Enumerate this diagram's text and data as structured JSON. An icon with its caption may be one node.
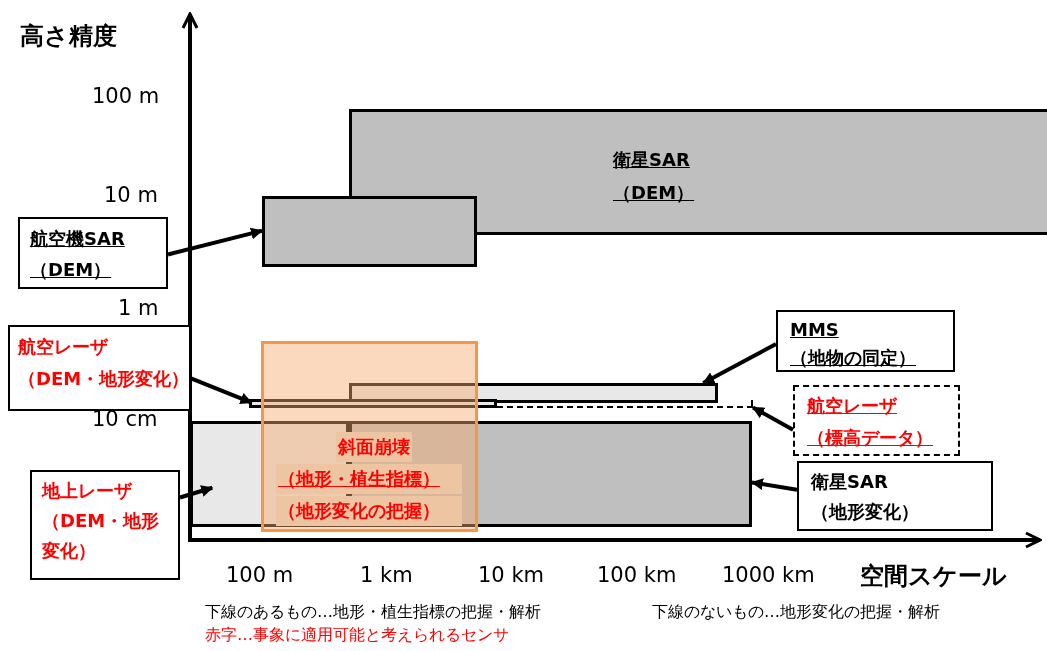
{
  "diagram": {
    "nodes": [
      {
        "text": [
          "衛星SAR",
          "（DEM）"
        ]
      },
      {
        "text": [],
        "shape": "box"
      },
      {
        "text": [
          "航空機SAR",
          "（DEM）"
        ]
      },
      {
        "text": [],
        "shape": "box"
      },
      {
        "text": [],
        "shape": "box"
      },
      {
        "text": [],
        "shape": "box"
      },
      {
        "text": [
          "航空レーザ",
          "（DEM・地形変化）"
        ]
      },
      {
        "text": [
          "MMS",
          "（地物の同定）"
        ]
      },
      {
        "text": [
          "航空レーザ",
          "（標高データ）"
        ]
      },
      {
        "text": [],
        "shape": "box"
      },
      {
        "text": [],
        "shape": "box"
      },
      {
        "text": [
          "斜面崩壊",
          "（地形・植生指標）",
          "（地形変化の把握）"
        ]
      },
      {
        "text": [
          "衛星SAR",
          "（地形変化）"
        ]
      },
      {
        "text": [
          "地上レーザ",
          "（DEM・地形変化）"
        ]
      }
    ],
    "edges": [
      {
        "from": 2,
        "to": 1,
        "arrow": "to"
      },
      {
        "from": 6,
        "to": 4,
        "arrow": "to"
      },
      {
        "from": 7,
        "to": 3,
        "arrow": "to"
      },
      {
        "from": 8,
        "to": 5,
        "arrow": "to"
      },
      {
        "from": 12,
        "to": 10,
        "arrow": "to"
      },
      {
        "from": 13,
        "to": 9,
        "arrow": "to"
      }
    ],
    "labels": [
      "高さ精度",
      "100 m",
      "10 m",
      "1 m",
      "10 cm",
      "100 m",
      "1 km",
      "10 km",
      "100 km",
      "1000 km",
      "空間スケール",
      "下線のあるもの…地形・植生指標の把握・解析",
      "下線のないもの…地形変化の把握・解析",
      "赤字…事象に適用可能と考えられるセンサ"
    ]
  }
}
